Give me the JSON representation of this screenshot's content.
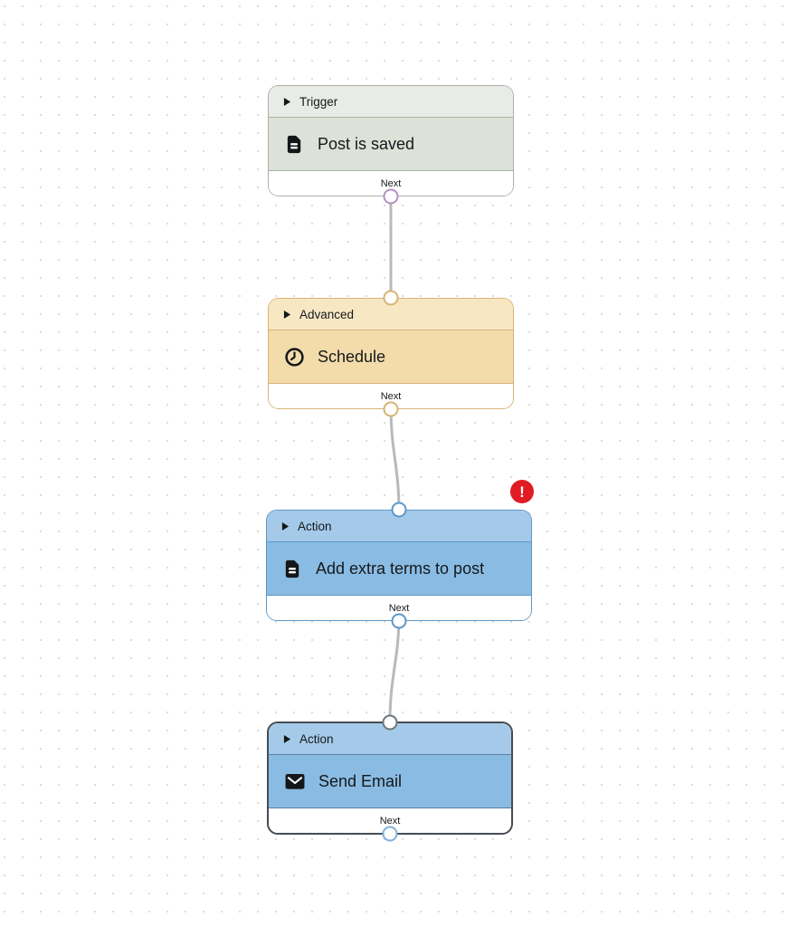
{
  "canvas": {
    "type": "workflow-editor",
    "background_color": "#ffffff",
    "dot_color": "#dcdcdc",
    "connector_color": "#b9b9b9",
    "error_color": "#e01b24"
  },
  "nodes": [
    {
      "header_label": "Trigger",
      "title": "Post is saved",
      "icon": "document-icon",
      "next_label": "Next",
      "has_error": false,
      "colors": {
        "border": "#a9b2a6",
        "header_bg": "#e9ece6",
        "body_bg": "#dce2d8",
        "output_port_ring": "#b78fc3"
      }
    },
    {
      "header_label": "Advanced",
      "title": "Schedule",
      "icon": "clock-icon",
      "next_label": "Next",
      "has_error": false,
      "colors": {
        "border": "#d9b377",
        "header_bg": "#f8e7c3",
        "body_bg": "#f3dcaa",
        "input_port_ring": "#d9b377",
        "output_port_ring": "#d9b377"
      }
    },
    {
      "header_label": "Action",
      "title": "Add extra terms to post",
      "icon": "document-icon",
      "next_label": "Next",
      "has_error": true,
      "error_badge": "!",
      "colors": {
        "border": "#5e97c6",
        "header_bg": "#a5cae9",
        "body_bg": "#8abce3",
        "input_port_ring": "#5e97c6",
        "output_port_ring": "#5e97c6"
      }
    },
    {
      "header_label": "Action",
      "title": "Send Email",
      "icon": "envelope-icon",
      "next_label": "Next",
      "has_error": false,
      "selected": true,
      "colors": {
        "border": "#454c54",
        "header_bg": "#a5cae9",
        "body_bg": "#8abce3",
        "input_port_ring": "#6e767e",
        "output_port_ring": "#7fb0d8"
      }
    }
  ]
}
